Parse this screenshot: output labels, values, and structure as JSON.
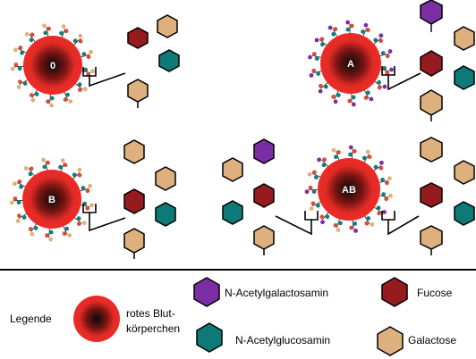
{
  "cells": [
    {
      "id": "o",
      "label": "0"
    },
    {
      "id": "a",
      "label": "A"
    },
    {
      "id": "b",
      "label": "B"
    },
    {
      "id": "ab",
      "label": "AB"
    }
  ],
  "legend": {
    "title": "Legende",
    "rbc_label_line1": "rotes Blut-",
    "rbc_label_line2": "körperchen",
    "items": [
      {
        "id": "galnac",
        "label": "N-Acetylgalactosamin"
      },
      {
        "id": "fucose",
        "label": "Fucose"
      },
      {
        "id": "glcnac",
        "label": "N-Acetylglucosamin"
      },
      {
        "id": "galactose",
        "label": "Galactose"
      }
    ]
  },
  "colors": {
    "galnac": "#7b2ea3",
    "fucose": "#951b1e",
    "glcnac": "#0d7a78",
    "galactose": "#ddb07d",
    "rbc_outer": "#ec2a26",
    "rbc_inner": "#0a0a0a",
    "line": "#000000",
    "antigen_red": "#d84b3a",
    "antigen_tan": "#dcb27e",
    "antigen_teal": "#137d7a",
    "antigen_purple": "#7b2ea3"
  }
}
